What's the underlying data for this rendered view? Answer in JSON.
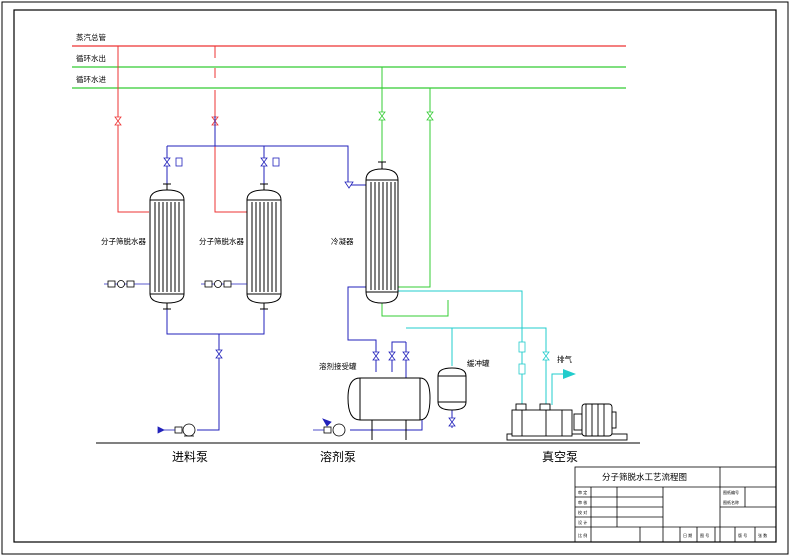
{
  "pipes": {
    "steam_main": "蒸汽总管",
    "cooling_out": "循环水出",
    "cooling_in": "循环水进"
  },
  "equipment": {
    "dehydrator_1": "分子筛脱水器",
    "dehydrator_2": "分子筛脱水器",
    "condenser": "冷凝器",
    "solvent_tank": "溶剂接受罐",
    "buffer_tank": "缓冲罐",
    "exhaust": "排气"
  },
  "pumps": {
    "feed": "进料泵",
    "solvent": "溶剂泵",
    "vacuum": "真空泵"
  },
  "title_block": {
    "title": "分子筛脱水工艺流程图",
    "row_labels": [
      "审 定",
      "审 核",
      "校 对",
      "设 计"
    ],
    "drawing_no_label": "图纸编号",
    "drawing_name_label": "图纸名称",
    "bottom_cells": [
      "比 例",
      "日 期",
      "图 号",
      "版 号",
      "张 数"
    ]
  },
  "colors": {
    "steam": "#ee3333",
    "cooling": "#33cc33",
    "process": "#2222bb",
    "vacuum": "#22cccc",
    "outline": "#000000"
  }
}
